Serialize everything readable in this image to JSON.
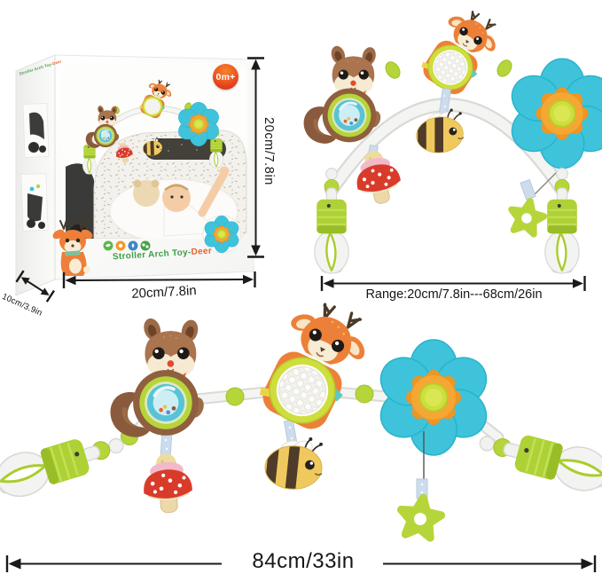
{
  "page": {
    "background": "#ffffff"
  },
  "box": {
    "age_badge": "0m+",
    "title": {
      "main": "Stroller Arch Toy-",
      "accent": "Deer"
    },
    "side_title": {
      "main": "Stroller Arch Toy-",
      "accent": "Deer"
    }
  },
  "dimensions": {
    "height": "20cm/7.8in",
    "width": "20cm/7.8in",
    "depth": "10cm/3.9in",
    "range": "Range:20cm/7.8in---68cm/26in",
    "total_length": "84cm/33in"
  },
  "toys": [
    {
      "name": "squirrel-rattle"
    },
    {
      "name": "deer-mirror"
    },
    {
      "name": "bumble-bee"
    },
    {
      "name": "blue-flower-pinwheel"
    },
    {
      "name": "mushroom-rattle"
    },
    {
      "name": "star-teether"
    },
    {
      "name": "stroller-clips"
    }
  ],
  "colors": {
    "accent_green": "#b6d53a",
    "flower_teal": "#3fc3da",
    "flower_center_orange": "#ef9522",
    "deer_orange": "#ec8038",
    "squirrel_brown": "#9c6b49",
    "bee_yellow": "#f0c95e",
    "mushroom_red": "#d93b2b",
    "badge_red": "#d42318",
    "title_green": "#3f9e47",
    "title_accent": "#e8612b",
    "dimension_ink": "#1a1a1a",
    "feature_icon_colors": [
      "#58b947",
      "#f59a23",
      "#3b87c8",
      "#45a145"
    ]
  }
}
